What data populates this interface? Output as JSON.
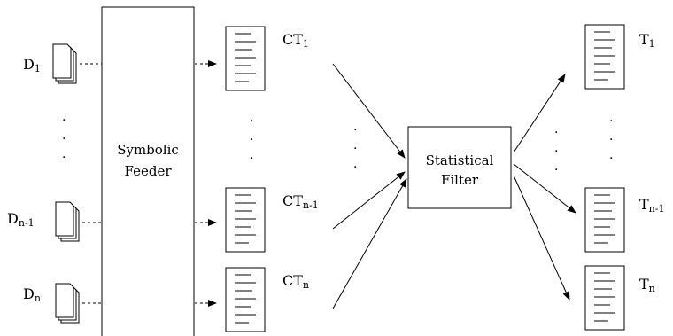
{
  "inputs": [
    {
      "label": "D",
      "sub": "1"
    },
    {
      "label": "D",
      "sub": "n-1"
    },
    {
      "label": "D",
      "sub": "n"
    }
  ],
  "feeder": {
    "line1": "Symbolic",
    "line2": "Feeder"
  },
  "candidates": [
    {
      "label": "CT",
      "sub": "1"
    },
    {
      "label": "CT",
      "sub": "n-1"
    },
    {
      "label": "CT",
      "sub": "n"
    }
  ],
  "filter": {
    "line1": "Statistical",
    "line2": "Filter"
  },
  "outputs": [
    {
      "label": "T",
      "sub": "1"
    },
    {
      "label": "T",
      "sub": "n-1"
    },
    {
      "label": "T",
      "sub": "n"
    }
  ],
  "ellipsis": "."
}
